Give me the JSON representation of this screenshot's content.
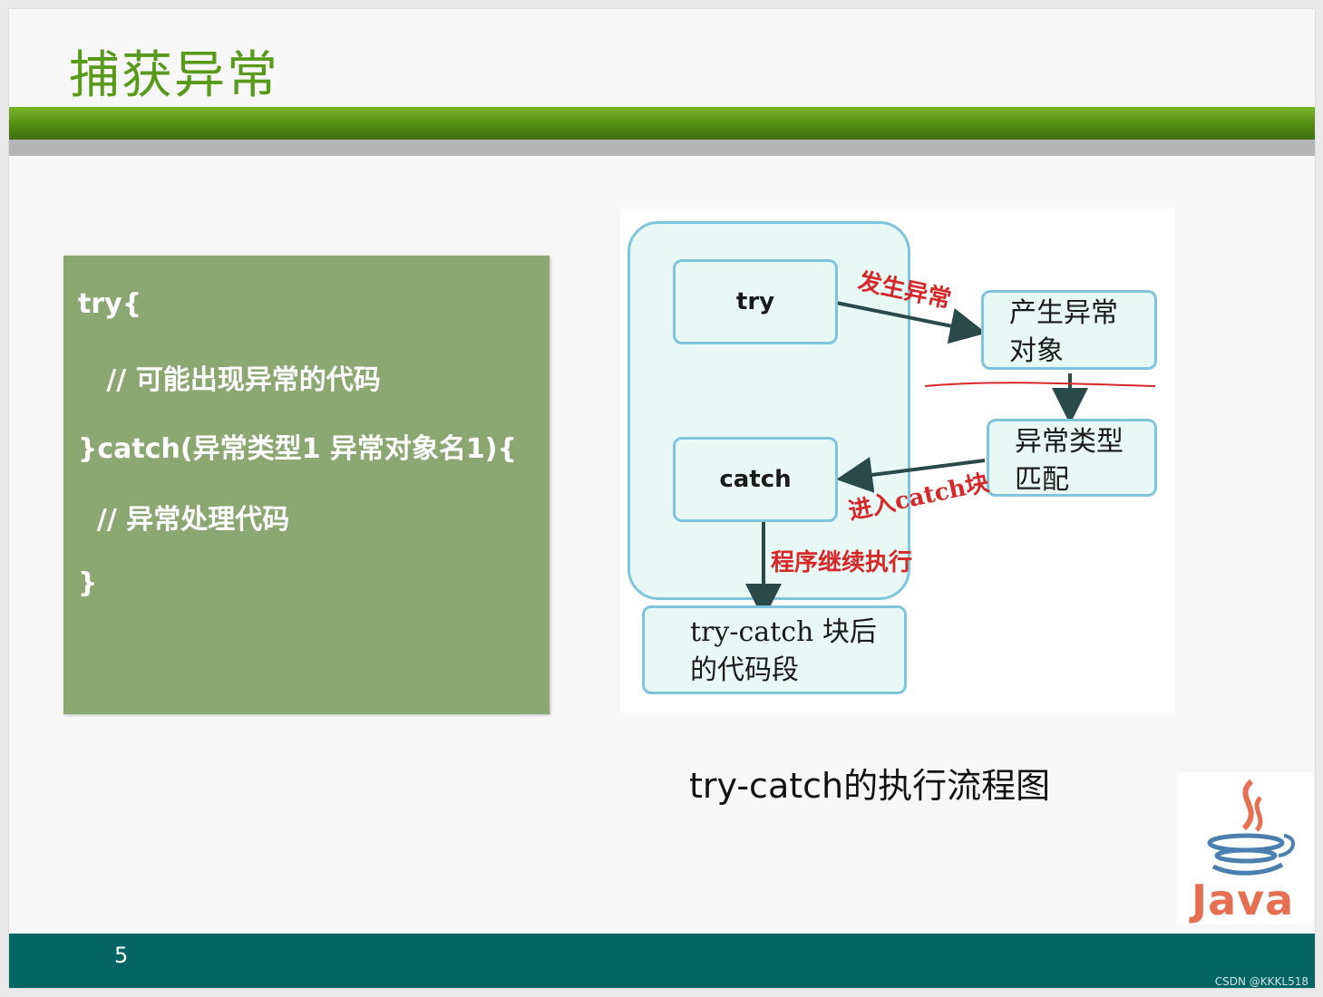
{
  "slide": {
    "title": "捕获异常",
    "page_number": "5"
  },
  "code": {
    "lines": [
      "try{",
      "   // 可能出现异常的代码",
      "}catch(异常类型1 异常对象名1){",
      "  // 异常处理代码",
      "}"
    ]
  },
  "diagram": {
    "nodes": {
      "try": "try",
      "catch": "catch",
      "exception_object": [
        "产生异常",
        "对象"
      ],
      "type_match": [
        "异常类型",
        "匹配"
      ],
      "after_block": [
        "try-catch 块后",
        "的代码段"
      ]
    },
    "labels": {
      "exception_occurs": "发生异常",
      "enter_catch": "进入catch块",
      "continue": "程序继续执行"
    },
    "colors": {
      "node_fill": "#e8f8f4",
      "node_border": "#7fc4dd",
      "label_red": "#d62828"
    }
  },
  "caption": "try-catch的执行流程图",
  "logo": {
    "text": "Java"
  },
  "watermark": "CSDN @KKKL518",
  "colors": {
    "title": "#5a9a1a",
    "code_box": "#8ba873",
    "footer": "#046565"
  }
}
